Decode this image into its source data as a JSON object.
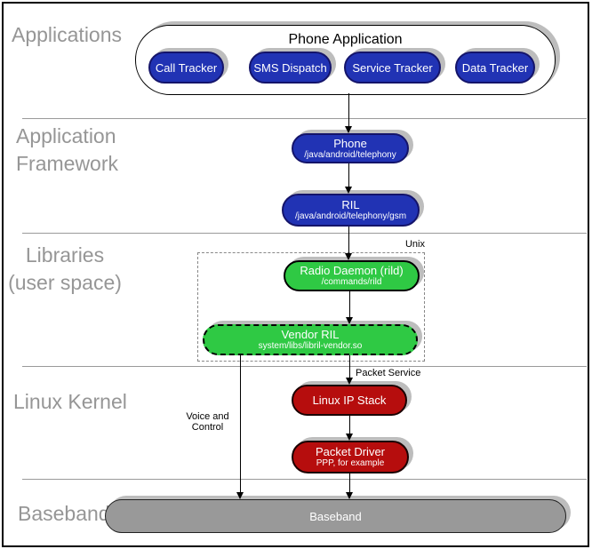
{
  "layers": {
    "applications": "Applications",
    "framework_line1": "Application",
    "framework_line2": "Framework",
    "libraries_line1": "Libraries",
    "libraries_line2": "(user space)",
    "kernel": "Linux Kernel",
    "baseband": "Baseband"
  },
  "applications": {
    "container_title": "Phone Application",
    "apps": [
      "Call Tracker",
      "SMS Dispatch",
      "Service Tracker",
      "Data Tracker"
    ]
  },
  "framework": {
    "phone": {
      "title": "Phone",
      "path": "/java/android/telephony"
    },
    "ril": {
      "title": "RIL",
      "path": "/java/android/telephony/gsm"
    }
  },
  "libraries": {
    "unix_label": "Unix",
    "radio_daemon": {
      "title": "Radio Daemon (rild)",
      "path": "/commands/rild"
    },
    "vendor_ril": {
      "title": "Vendor RIL",
      "path": "system/libs/libril-vendor.so"
    }
  },
  "kernel": {
    "packet_service_label": "Packet Service",
    "voice_control_line1": "Voice and",
    "voice_control_line2": "Control",
    "ip_stack": {
      "title": "Linux IP Stack"
    },
    "packet_driver": {
      "title": "Packet Driver",
      "path": "PPP, for example"
    }
  },
  "baseband": {
    "title": "Baseband"
  },
  "colors": {
    "app_blue": "#2133B4",
    "lib_green": "#2FC944",
    "kernel_red": "#B60D0D",
    "baseband_gray": "#999999",
    "label_gray": "#969696",
    "shadow": "#BDBDBD"
  }
}
